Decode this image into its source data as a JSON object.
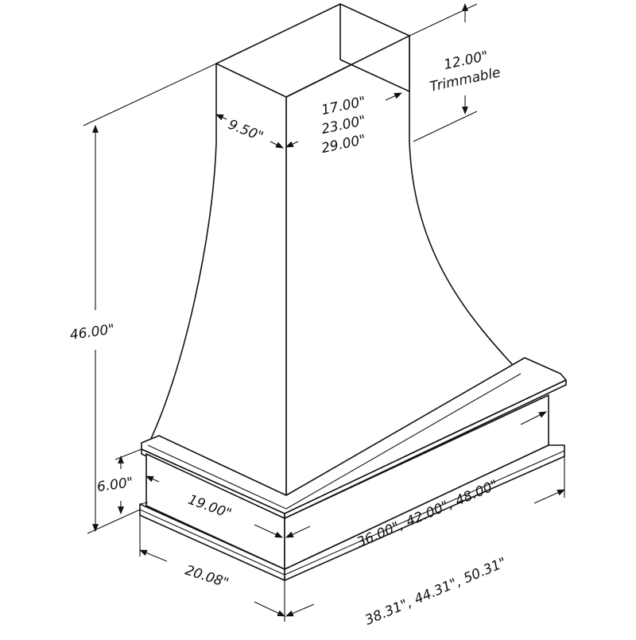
{
  "diagram": {
    "dimensions": {
      "height_total": "46.00\"",
      "chimney_depth": "9.50\"",
      "chimney_widths": [
        "17.00\"",
        "23.00\"",
        "29.00\""
      ],
      "extension": [
        "12.00\"",
        "Trimmable"
      ],
      "base_height": "6.00\"",
      "hood_depth": "19.00\"",
      "hood_widths": "36.00\",  42.00\",  48.00\"",
      "base_depth": "20.08\"",
      "base_widths": "38.31\",  44.31\",  50.31\""
    }
  }
}
